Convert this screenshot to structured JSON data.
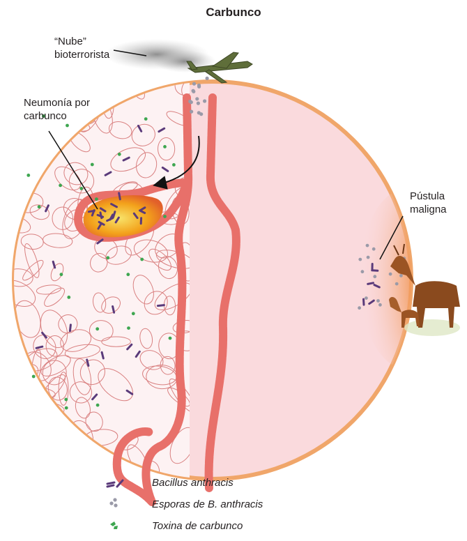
{
  "title": "Carbunco",
  "labels": {
    "cloud": [
      "“Nube”",
      "bioterrorista"
    ],
    "pneumonia": [
      "Neumonía por",
      "carbunco"
    ],
    "pustule": [
      "Pústula",
      "maligna"
    ]
  },
  "legend": [
    {
      "icon": "bacillus-icon",
      "text": "Bacillus anthracis"
    },
    {
      "icon": "spores-icon",
      "text": "Esporas de B. anthracis"
    },
    {
      "icon": "toxin-icon",
      "text": "Toxina de carbunco"
    }
  ],
  "colors": {
    "skin_border": "#f0a66a",
    "skin_fill": "#fadadd",
    "lung_fill": "#fdecef",
    "tissue_line": "#d97a7a",
    "mucosa": "#e8706a",
    "bacillus": "#5a3a7a",
    "spore": "#9a9aa8",
    "toxin": "#3ea650",
    "lesion": "#f3a21b"
  }
}
